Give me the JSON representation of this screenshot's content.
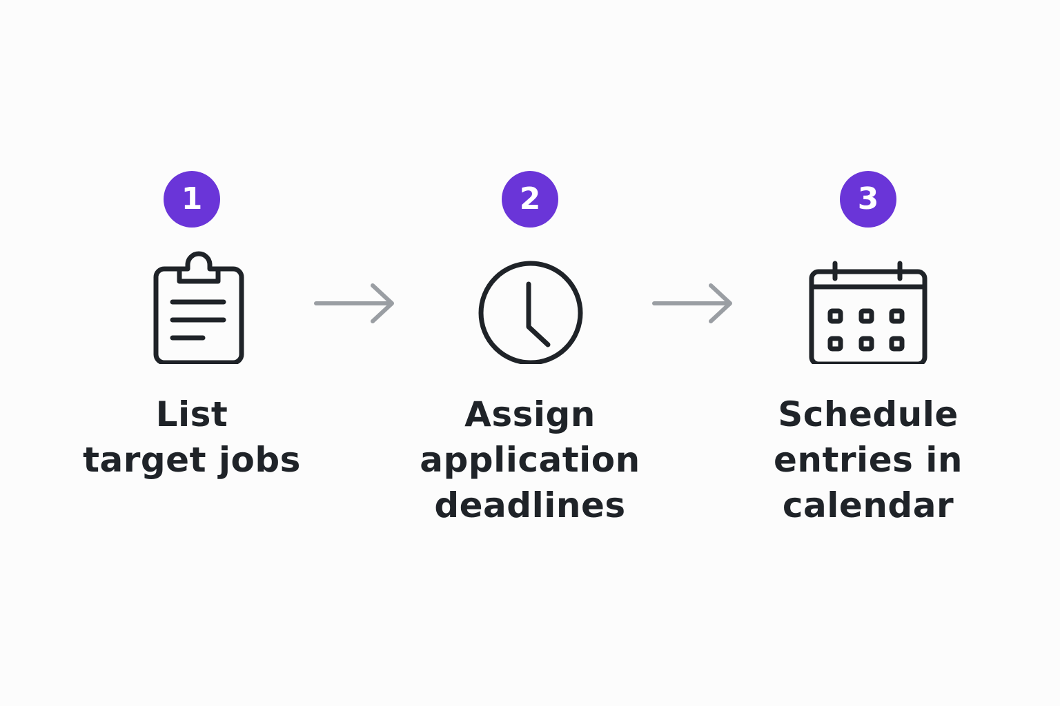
{
  "steps": [
    {
      "number": "1",
      "icon": "clipboard-icon",
      "label_lines": [
        "List",
        "target jobs"
      ]
    },
    {
      "number": "2",
      "icon": "clock-icon",
      "label_lines": [
        "Assign",
        "application",
        "deadlines"
      ]
    },
    {
      "number": "3",
      "icon": "calendar-icon",
      "label_lines": [
        "Schedule",
        "entries in",
        "calendar"
      ]
    }
  ],
  "colors": {
    "badge": "#6a35d8",
    "text": "#1f2328",
    "arrow": "#9a9ea3",
    "icon_stroke": "#1f2328"
  }
}
